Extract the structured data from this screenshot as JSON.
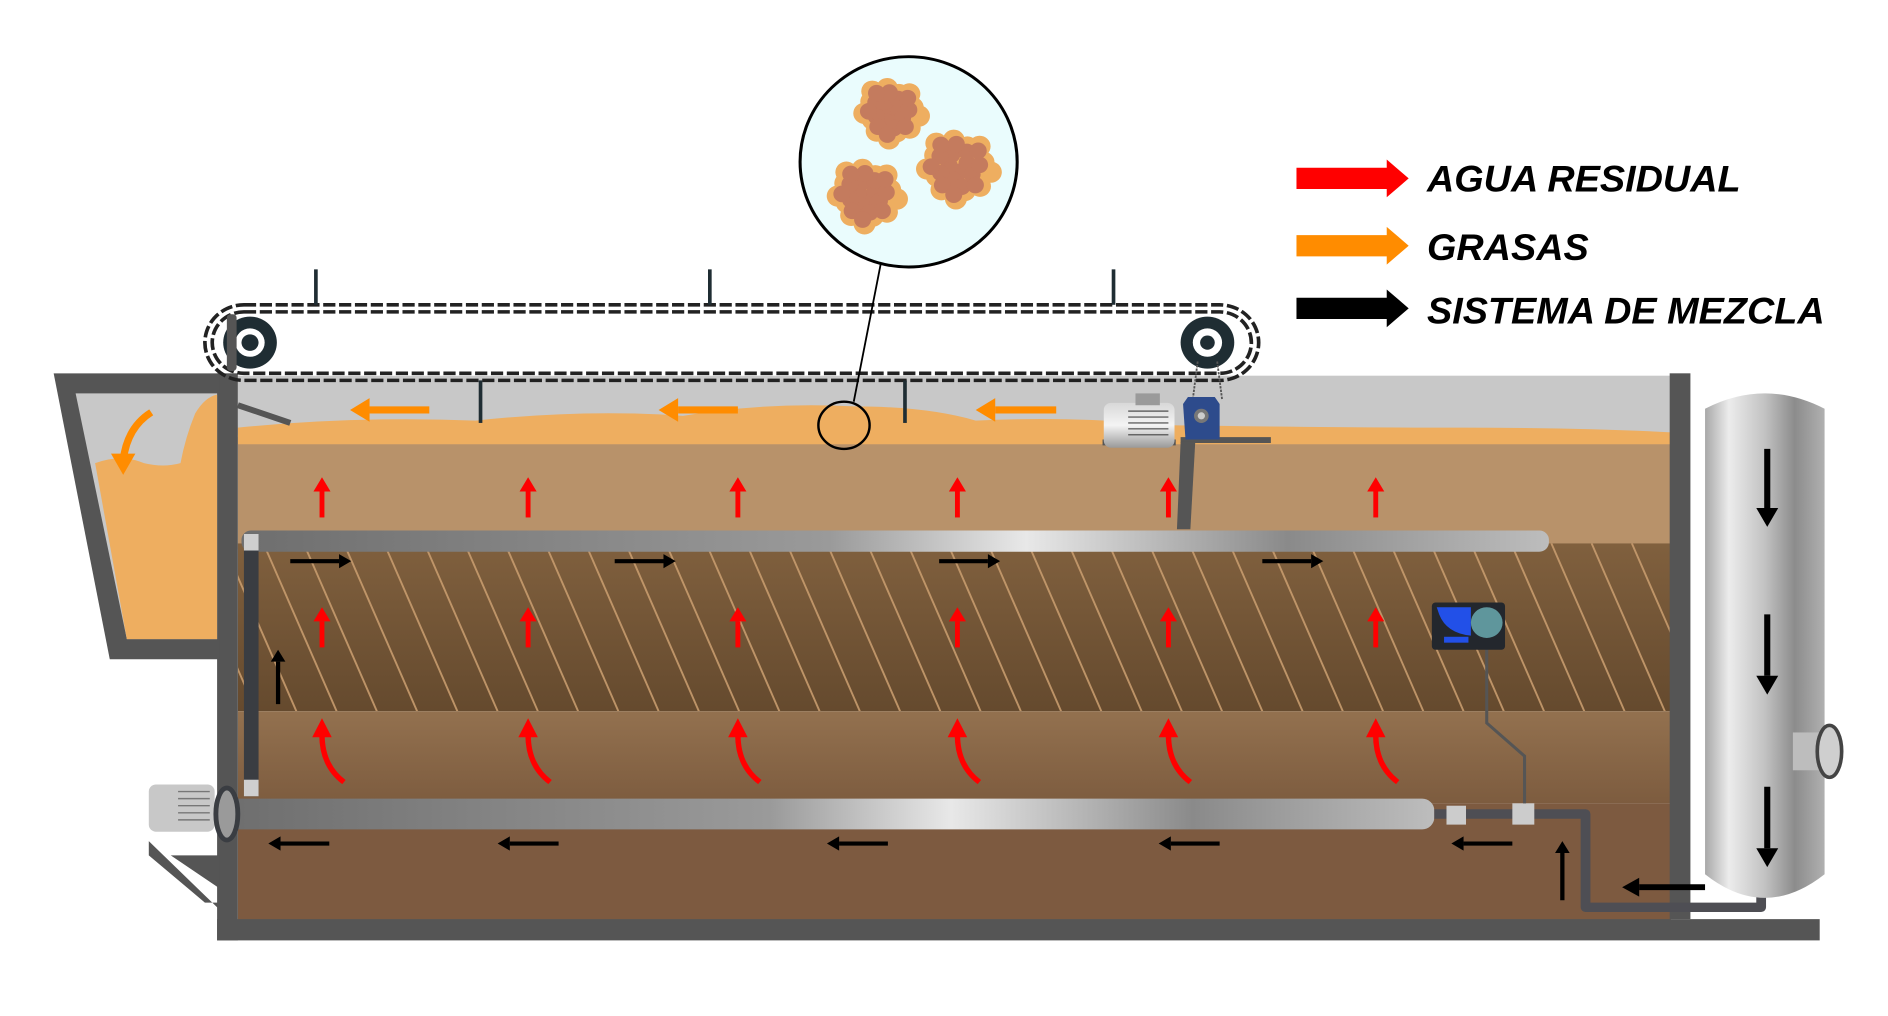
{
  "title": "Flotation tank diagram: wastewater, fats and mixing system",
  "legend": [
    {
      "label": "AGUA RESIDUAL",
      "color": "#ff0000",
      "meaning": "wastewater"
    },
    {
      "label": "GRASAS",
      "color": "#ff8c00",
      "meaning": "fats"
    },
    {
      "label": "SISTEMA DE MEZCLA",
      "color": "#000000",
      "meaning": "mixing system"
    }
  ],
  "colors": {
    "frame": "#555555",
    "air_gap": "#c8c8c8",
    "grease": "#eeae60",
    "upper_water": "#b8926a",
    "middle_water": "#7a5a3a",
    "lower_water": "#8a6a4a",
    "bottom_water": "#7d5a40",
    "magnifier_bg": "#eafcfd",
    "floc_outer": "#eeae60",
    "floc_inner": "#c47b5e",
    "belt": "#1f2d33",
    "gearbox": "#2d4b8c",
    "dosing_pump": "#2250e8",
    "tank_silver": "#d0d0d0"
  },
  "components": {
    "skimmer_conveyor": "chain conveyor with scraper paddles",
    "grease_hopper": "fat collection hopper",
    "magnifier": "zoom of fat flocs",
    "drive_motor": "electric motor with gearbox",
    "recirculation_pump": "pump motor at lower left",
    "dosing_pump": "chemical dosing pump",
    "pressure_vessel": "saturation vessel"
  }
}
